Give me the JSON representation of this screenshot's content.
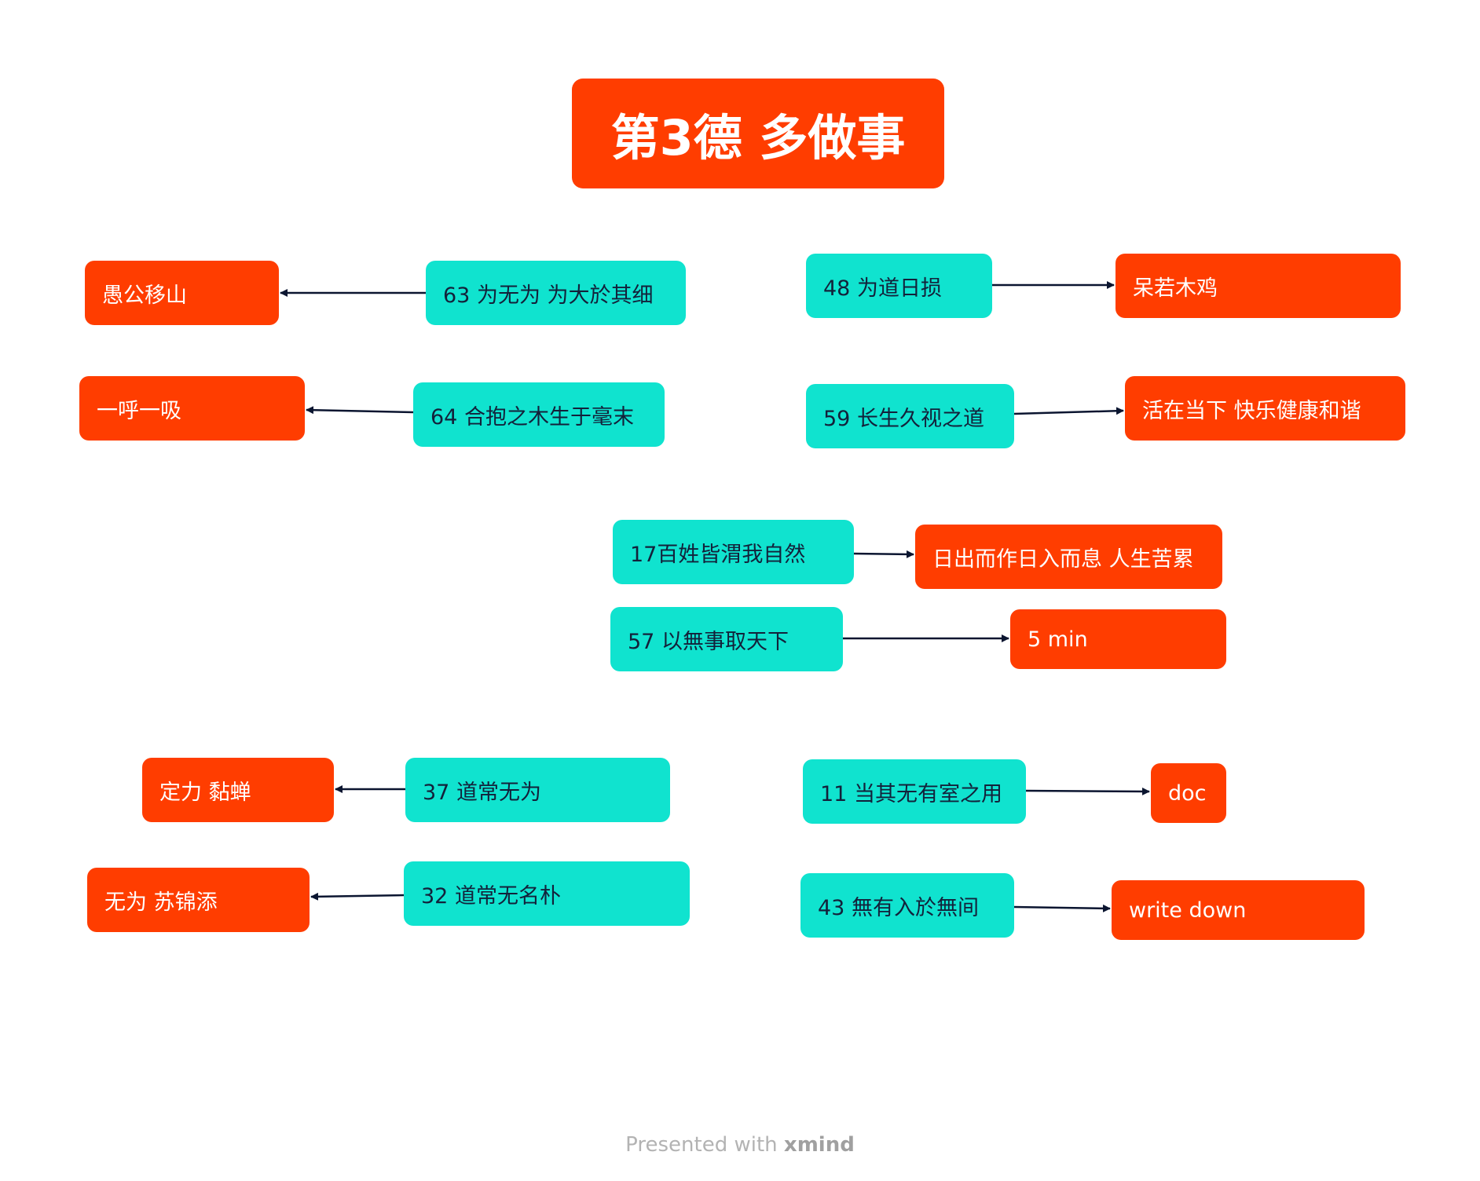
{
  "title": "第3德 多做事",
  "colors": {
    "topic": "#ff3d00",
    "subtopic": "#10e3cf",
    "connector": "#0b1530"
  },
  "left_pairs": [
    {
      "source": "63 为无为 为大於其细",
      "target": "愚公移山"
    },
    {
      "source": "64 合抱之木生于毫末",
      "target": "一呼一吸"
    },
    {
      "source": "37 道常无为",
      "target": "定力 黏蝉"
    },
    {
      "source": "32 道常无名朴",
      "target": "无为 苏锦添"
    }
  ],
  "right_pairs": [
    {
      "source": "48 为道日损",
      "target": "呆若木鸡"
    },
    {
      "source": "59 长生久视之道",
      "target": "活在当下 快乐健康和谐"
    },
    {
      "source": "17百姓皆渭我自然",
      "target": "日出而作日入而息 人生苦累"
    },
    {
      "source": "57 以無事取天下",
      "target": "5 min"
    },
    {
      "source": "11 当其无有室之用",
      "target": "doc"
    },
    {
      "source": "43 無有入於無间",
      "target": "write down"
    }
  ],
  "footer": {
    "prefix": "Presented with",
    "brand": "xmind"
  }
}
